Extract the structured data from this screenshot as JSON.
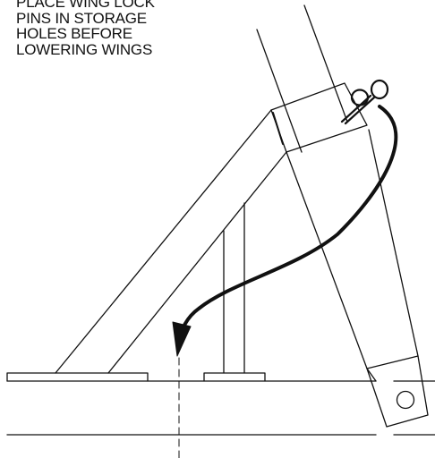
{
  "caption": {
    "lines": [
      "PLACE WING LOCK",
      "PINS IN STORAGE",
      "HOLES BEFORE",
      "LOWERING WINGS"
    ]
  },
  "colors": {
    "ink": "#111111",
    "background": "#ffffff"
  },
  "icons": {
    "pin": "lock-pin-icon",
    "arrow": "curved-arrow-icon"
  }
}
